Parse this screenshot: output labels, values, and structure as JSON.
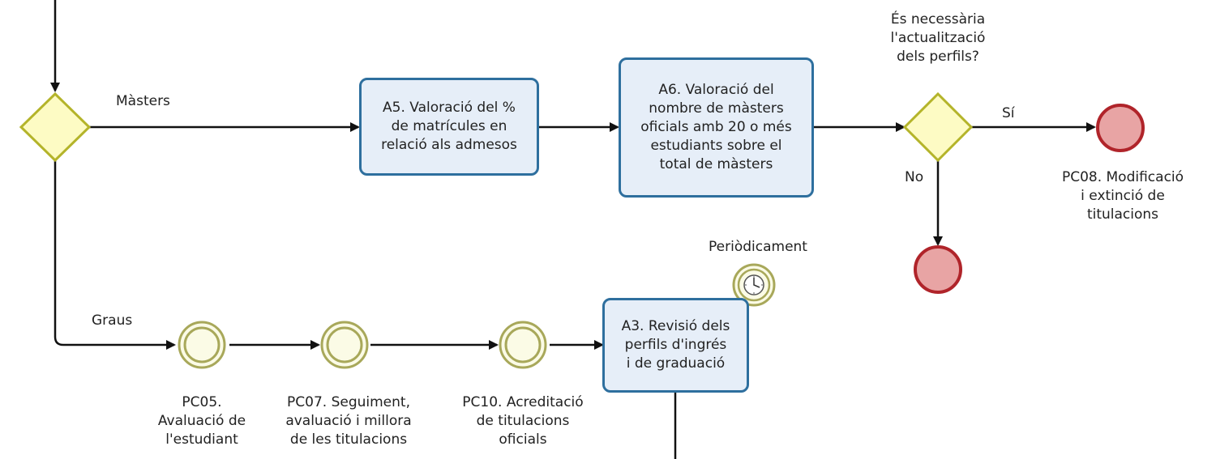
{
  "flow_labels": {
    "masters": "Màsters",
    "graus": "Graus",
    "si": "Sí",
    "no": "No",
    "periodicament": "Periòdicament"
  },
  "tasks": {
    "a5": "A5. Valoració del %\nde matrícules en\nrelació als admesos",
    "a6": "A6. Valoració del\nnombre de màsters\noficials amb 20 o més\nestudiants sobre el\ntotal de màsters",
    "a3": "A3. Revisió dels\nperfils d'ingrés\ni de graduació"
  },
  "gateway_question": "És necessària\nl'actualització\ndels perfils?",
  "events": {
    "pc08": "PC08. Modificació\ni extinció de\ntitulacions",
    "pc05": "PC05.\nAvaluació de\nl'estudiant",
    "pc07": "PC07. Seguiment,\navaluació i millora\nde les titulacions",
    "pc10": "PC10. Acreditació\nde titulacions\noficials"
  },
  "colors": {
    "line": "#111111",
    "task_fill": "#e6eef8",
    "task_border": "#2e6f9e",
    "gateway_fill": "#fdfbc4",
    "gateway_border": "#b4b42a",
    "event_fill": "#fbfbe6",
    "event_border": "#a8a85a",
    "end_fill": "#e8a4a4",
    "end_border": "#b0242a"
  }
}
